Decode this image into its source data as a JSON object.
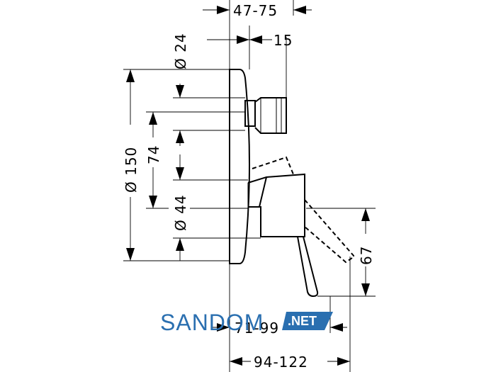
{
  "dimensions": {
    "top_depth": "47-75",
    "top_offset": "15",
    "diameter_outlet": "Ø 24",
    "diameter_plate": "Ø 150",
    "spacing": "74",
    "diameter_handle": "Ø 44",
    "lever_height": "67",
    "lever_projection": "71-99",
    "total_projection": "94-122"
  },
  "watermark": {
    "brand": "SANDOM",
    "suffix": ".NET"
  },
  "colors": {
    "lines": "#000000",
    "watermark_brand": "#2a6fb0",
    "watermark_badge": "#2a6fb0"
  }
}
